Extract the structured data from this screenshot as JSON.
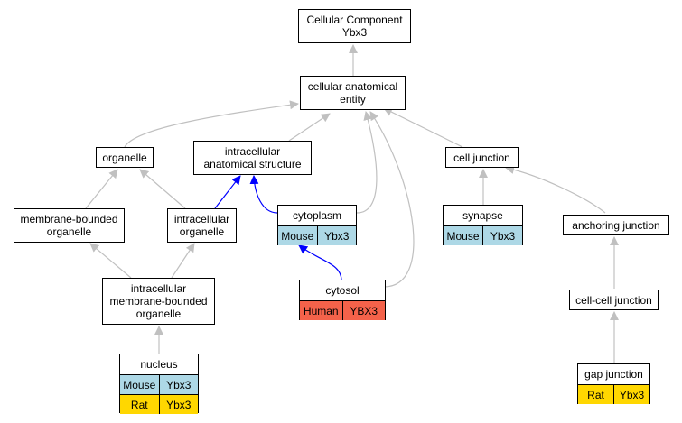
{
  "colors": {
    "edge_gray": "#c0c0c0",
    "edge_blue": "#0000ff",
    "mouse": "#add8e6",
    "rat": "#ffd700",
    "human": "#f4624a"
  },
  "nodes": {
    "root": "Cellular Component\nYbx3",
    "cae": "cellular anatomical\nentity",
    "organelle": "organelle",
    "ias": "intracellular\nanatomical structure",
    "cell_junction": "cell junction",
    "mbo": "membrane-bounded\norganelle",
    "io": "intracellular\norganelle",
    "anchoring": "anchoring junction",
    "imbo": "intracellular\nmembrane-bounded\norganelle",
    "cellcell": "cell-cell junction"
  },
  "tables": {
    "cytoplasm": {
      "title": "cytoplasm",
      "rows": [
        {
          "species": "Mouse",
          "gene": "Ybx3"
        }
      ]
    },
    "synapse": {
      "title": "synapse",
      "rows": [
        {
          "species": "Mouse",
          "gene": "Ybx3"
        }
      ]
    },
    "cytosol": {
      "title": "cytosol",
      "rows": [
        {
          "species": "Human",
          "gene": "YBX3"
        }
      ]
    },
    "nucleus": {
      "title": "nucleus",
      "rows": [
        {
          "species": "Mouse",
          "gene": "Ybx3"
        },
        {
          "species": "Rat",
          "gene": "Ybx3"
        }
      ]
    },
    "gap": {
      "title": "gap junction",
      "rows": [
        {
          "species": "Rat",
          "gene": "Ybx3"
        }
      ]
    }
  }
}
